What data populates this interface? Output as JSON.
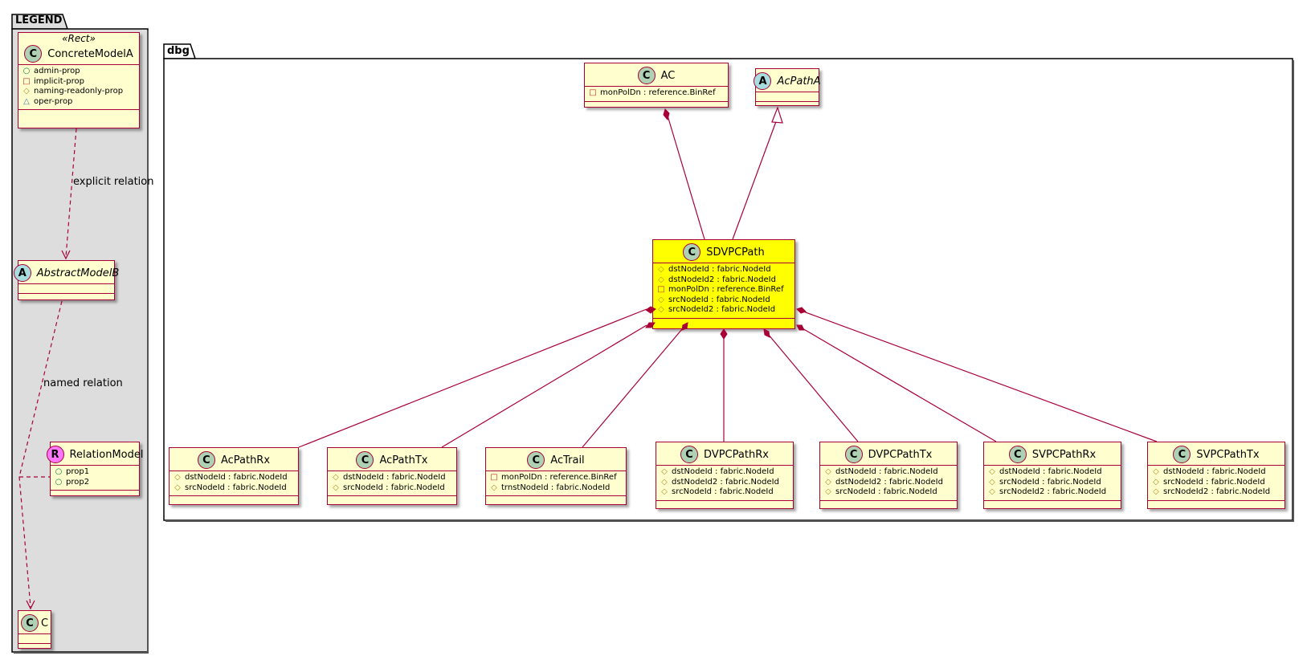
{
  "legend": {
    "title": "LEGEND",
    "concrete": {
      "stereotype": "«Rect»",
      "name": "ConcreteModelA",
      "attrs": [
        {
          "vis": "pub",
          "symbol": "○",
          "text": "admin-prop"
        },
        {
          "vis": "priv",
          "symbol": "□",
          "text": "implicit-prop"
        },
        {
          "vis": "prot",
          "symbol": "◇",
          "text": "naming-readonly-prop"
        },
        {
          "vis": "pkg",
          "symbol": "△",
          "text": "oper-prop"
        }
      ]
    },
    "abstract": {
      "name": "AbstractModelB"
    },
    "relation": {
      "name": "RelationModel",
      "attrs": [
        {
          "vis": "pub",
          "symbol": "○",
          "text": "prop1"
        },
        {
          "vis": "pub",
          "symbol": "○",
          "text": "prop2"
        }
      ]
    },
    "c": {
      "name": "C"
    },
    "explicit_label": "explicit relation",
    "named_label": "named relation"
  },
  "package": {
    "name": "dbg",
    "classes": {
      "ac": {
        "name": "AC",
        "attrs": [
          {
            "vis": "priv",
            "symbol": "□",
            "text": "monPolDn : reference.BinRef"
          }
        ]
      },
      "acpatha": {
        "name": "AcPathA",
        "attrs": []
      },
      "sdvpcpath": {
        "name": "SDVPCPath",
        "attrs": [
          {
            "vis": "prot",
            "symbol": "◇",
            "text": "dstNodeId : fabric.NodeId"
          },
          {
            "vis": "prot",
            "symbol": "◇",
            "text": "dstNodeId2 : fabric.NodeId"
          },
          {
            "vis": "priv",
            "symbol": "□",
            "text": "monPolDn : reference.BinRef"
          },
          {
            "vis": "prot",
            "symbol": "◇",
            "text": "srcNodeId : fabric.NodeId"
          },
          {
            "vis": "prot",
            "symbol": "◇",
            "text": "srcNodeId2 : fabric.NodeId"
          }
        ]
      },
      "acpathrx": {
        "name": "AcPathRx",
        "attrs": [
          {
            "vis": "prot",
            "symbol": "◇",
            "text": "dstNodeId : fabric.NodeId"
          },
          {
            "vis": "prot",
            "symbol": "◇",
            "text": "srcNodeId : fabric.NodeId"
          }
        ]
      },
      "acpathtx": {
        "name": "AcPathTx",
        "attrs": [
          {
            "vis": "prot",
            "symbol": "◇",
            "text": "dstNodeId : fabric.NodeId"
          },
          {
            "vis": "prot",
            "symbol": "◇",
            "text": "srcNodeId : fabric.NodeId"
          }
        ]
      },
      "actrail": {
        "name": "AcTrail",
        "attrs": [
          {
            "vis": "priv",
            "symbol": "□",
            "text": "monPolDn : reference.BinRef"
          },
          {
            "vis": "prot",
            "symbol": "◇",
            "text": "trnstNodeId : fabric.NodeId"
          }
        ]
      },
      "dvpcpathrx": {
        "name": "DVPCPathRx",
        "attrs": [
          {
            "vis": "prot",
            "symbol": "◇",
            "text": "dstNodeId : fabric.NodeId"
          },
          {
            "vis": "prot",
            "symbol": "◇",
            "text": "dstNodeId2 : fabric.NodeId"
          },
          {
            "vis": "prot",
            "symbol": "◇",
            "text": "srcNodeId : fabric.NodeId"
          }
        ]
      },
      "dvpcpathtx": {
        "name": "DVPCPathTx",
        "attrs": [
          {
            "vis": "prot",
            "symbol": "◇",
            "text": "dstNodeId : fabric.NodeId"
          },
          {
            "vis": "prot",
            "symbol": "◇",
            "text": "dstNodeId2 : fabric.NodeId"
          },
          {
            "vis": "prot",
            "symbol": "◇",
            "text": "srcNodeId : fabric.NodeId"
          }
        ]
      },
      "svpcpathrx": {
        "name": "SVPCPathRx",
        "attrs": [
          {
            "vis": "prot",
            "symbol": "◇",
            "text": "dstNodeId : fabric.NodeId"
          },
          {
            "vis": "prot",
            "symbol": "◇",
            "text": "srcNodeId : fabric.NodeId"
          },
          {
            "vis": "prot",
            "symbol": "◇",
            "text": "srcNodeId2 : fabric.NodeId"
          }
        ]
      },
      "svpcpathtx": {
        "name": "SVPCPathTx",
        "attrs": [
          {
            "vis": "prot",
            "symbol": "◇",
            "text": "dstNodeId : fabric.NodeId"
          },
          {
            "vis": "prot",
            "symbol": "◇",
            "text": "srcNodeId : fabric.NodeId"
          },
          {
            "vis": "prot",
            "symbol": "◇",
            "text": "srcNodeId2 : fabric.NodeId"
          }
        ]
      }
    }
  },
  "colors": {
    "class_fill": "#FEFECE",
    "border": "#A80036",
    "highlight": "#FFFF00",
    "legend_bg": "#DDDDDD",
    "badge_class": "#ADD1B2",
    "badge_abstract": "#A9DCDF",
    "badge_relation": "#FF77FF"
  }
}
